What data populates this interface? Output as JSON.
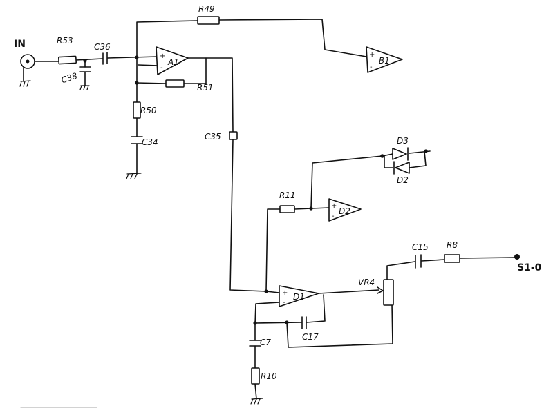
{
  "schematic": {
    "labels": {
      "in": "IN",
      "r53": "R53",
      "c36": "C36",
      "c38": "C38",
      "r49": "R49",
      "a1": "A1",
      "b1": "B1",
      "r51": "R51",
      "r50": "R50",
      "c34": "C34",
      "c35": "C35",
      "d3": "D3",
      "d2": "D2",
      "r11": "R11",
      "d2_opamp": "D2",
      "d1": "D1",
      "vr4": "VR4",
      "c15": "C15",
      "r8": "R8",
      "out": "S1-0",
      "c17": "C17",
      "c7": "C7",
      "r10": "R10"
    },
    "pin_symbols": {
      "plus": "+",
      "minus": "-"
    }
  }
}
